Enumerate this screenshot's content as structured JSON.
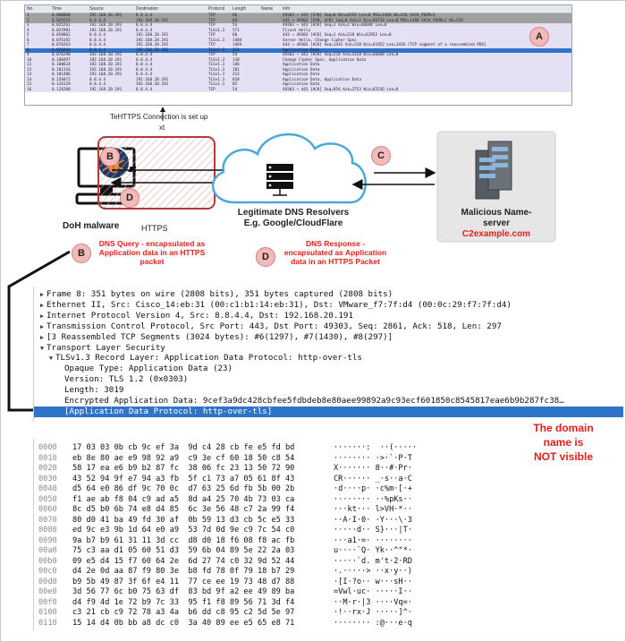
{
  "packet_list": {
    "headers": [
      "No.",
      "Time",
      "Source",
      "Destination",
      "Protocol",
      "Length",
      "Name",
      "Info"
    ],
    "rows": [
      {
        "no": "1 0.000000",
        "src": "192.168.20.191",
        "dst": "8.8.4.4",
        "proto": "TCP",
        "len": "66",
        "info": "49303 → 443 [SYN] Seq=0 Win=8192 Len=0 MSS=1460 WS=256 SACK_PERM=1",
        "style": "gray"
      },
      {
        "no": "2 0.025552",
        "src": "8.8.4.4",
        "dst": "192.168.20.191",
        "proto": "TCP",
        "len": "66",
        "info": "443 → 49303 [SYN, ACK] Seq=0 Ack=1 Win=60720 Len=0 MSS=1380 SACK_PERM=1 WS=256",
        "style": "gray"
      },
      {
        "no": "3 0.025262",
        "src": "192.168.20.191",
        "dst": "8.8.4.4",
        "proto": "TCP",
        "len": "54",
        "info": "49303 → 443 [ACK] Seq=1 Ack=1 Win=66048 Len=0",
        "style": "lav"
      },
      {
        "no": "4 0.025901",
        "src": "192.168.20.191",
        "dst": "8.8.4.4",
        "proto": "TLSv1.3",
        "len": "571",
        "info": "Client Hello",
        "style": "lav"
      },
      {
        "no": "5 0.050862",
        "src": "8.8.4.4",
        "dst": "192.168.20.191",
        "proto": "TCP",
        "len": "60",
        "info": "443 → 49303 [ACK] Seq=1 Ack=518 Win=61952 Len=0",
        "style": "lav"
      },
      {
        "no": "6 0.076192",
        "src": "8.8.4.4",
        "dst": "192.168.20.191",
        "proto": "TLSv1.3",
        "len": "1484",
        "info": "Server Hello, Change Cipher Spec",
        "style": "lav"
      },
      {
        "no": "7 0.076263",
        "src": "8.8.4.4",
        "dst": "192.168.20.191",
        "proto": "TCP",
        "len": "1484",
        "info": "443 → 49303 [ACK] Seq=1431 Ack=518 Win=61952 Len=1430 [TCP segment of a reassembled PDU]",
        "style": "lav"
      },
      {
        "no": "8 0.076264",
        "src": "8.8.4.4",
        "dst": "192.168.20.191",
        "proto": "TLSv1.3",
        "len": "351",
        "info": "Application Data",
        "style": "sel"
      },
      {
        "no": "9 0.076290",
        "src": "192.168.20.191",
        "dst": "8.8.4.4",
        "proto": "TCP",
        "len": "54",
        "info": "49303 → 443 [ACK] Seq=518 Ack=3158 Win=66048 Len=0",
        "style": "lav"
      },
      {
        "no": "10 0.100497",
        "src": "192.168.20.191",
        "dst": "8.8.4.4",
        "proto": "TLSv1.3",
        "len": "118",
        "info": "Change Cipher Spec, Application Data",
        "style": "lav"
      },
      {
        "no": "11 0.100634",
        "src": "192.168.20.191",
        "dst": "8.8.4.4",
        "proto": "TLSv1.3",
        "len": "146",
        "info": "Application Data",
        "style": "lav"
      },
      {
        "no": "12 0.101316",
        "src": "192.168.20.191",
        "dst": "8.8.4.4",
        "proto": "TLSv1.3",
        "len": "181",
        "info": "Application Data",
        "style": "lav"
      },
      {
        "no": "13 0.101486",
        "src": "192.168.20.191",
        "dst": "8.8.4.4",
        "proto": "TLSv1.3",
        "len": "213",
        "info": "Application Data",
        "style": "lav"
      },
      {
        "no": "14 0.126072",
        "src": "8.8.4.4",
        "dst": "192.168.20.191",
        "proto": "TLSv1.3",
        "len": "818",
        "info": "Application Data, Application Data",
        "style": "lav"
      },
      {
        "no": "15 0.126129",
        "src": "8.8.4.4",
        "dst": "192.168.20.191",
        "proto": "TLSv1.3",
        "len": "85",
        "info": "Application Data",
        "style": "lav"
      },
      {
        "no": "16 0.126200",
        "src": "192.168.20.191",
        "dst": "8.8.4.4",
        "proto": "TCP",
        "len": "54",
        "info": "49303 → 443 [ACK] Seq=954 Ack=3753 Win=65536 Len=0",
        "style": "lav"
      }
    ]
  },
  "badges": {
    "a": "A",
    "b": "B",
    "c": "C",
    "d": "D"
  },
  "diagram": {
    "connection_label_1": "TeHTTPS Connection is set up",
    "connection_label_2": "xt",
    "malware_label": "DoH malware",
    "https_label": "HTTPS",
    "resolver_title": "Legitimate DNS Resolvers",
    "resolver_subtitle": "E.g. Google/CloudFlare",
    "server_title_1": "Malicious Name-",
    "server_title_2": "server",
    "server_domain": "C2example.com",
    "dns_query_note": [
      "DNS Query - encapsulated as",
      "Application data in an HTTPS",
      "packet"
    ],
    "dns_response_note": [
      "DNS Response -",
      "encapsulated as Application",
      "data in an HTTPS Packet"
    ]
  },
  "detail_tree": [
    {
      "indent": 0,
      "arrow": "▶",
      "text": "Frame 8: 351 bytes on wire (2808 bits), 351 bytes captured (2808 bits)"
    },
    {
      "indent": 0,
      "arrow": "▶",
      "text": "Ethernet II, Src: Cisco_14:eb:31 (00:c1:b1:14:eb:31), Dst: VMware_f7:7f:d4 (00:0c:29:f7:7f:d4)"
    },
    {
      "indent": 0,
      "arrow": "▶",
      "text": "Internet Protocol Version 4, Src: 8.8.4.4, Dst: 192.168.20.191"
    },
    {
      "indent": 0,
      "arrow": "▶",
      "text": "Transmission Control Protocol, Src Port: 443, Dst Port: 49303, Seq: 2861, Ack: 518, Len: 297"
    },
    {
      "indent": 0,
      "arrow": "▶",
      "text": "[3 Reassembled TCP Segments (3024 bytes): #6(1297), #7(1430), #8(297)]"
    },
    {
      "indent": 0,
      "arrow": "▼",
      "text": "Transport Layer Security"
    },
    {
      "indent": 1,
      "arrow": "▼",
      "text": "TLSv1.3 Record Layer: Application Data Protocol: http-over-tls"
    },
    {
      "indent": 2,
      "arrow": "",
      "text": "Opaque Type: Application Data (23)"
    },
    {
      "indent": 2,
      "arrow": "",
      "text": "Version: TLS 1.2 (0x0303)"
    },
    {
      "indent": 2,
      "arrow": "",
      "text": "Length: 3019"
    },
    {
      "indent": 2,
      "arrow": "",
      "text": "Encrypted Application Data: 9cef3a9dc428cbfee5fdbdeb8e80aee99892a9c93ecf601850c8545817eae6b9b287fc38…"
    },
    {
      "indent": 2,
      "arrow": "",
      "text": "[Application Data Protocol: http-over-tls]",
      "selected": true
    }
  ],
  "domain_note": [
    "The domain",
    "name is",
    "NOT visible"
  ],
  "hex_dump": [
    {
      "off": "0000",
      "hex": "17 03 03 0b cb 9c ef 3a  9d c4 28 cb fe e5 fd bd",
      "ascii": "·······:  ··(·····"
    },
    {
      "off": "0010",
      "hex": "eb 8e 80 ae e9 98 92 a9  c9 3e cf 60 18 50 c8 54",
      "ascii": "········ ·>·`·P·T"
    },
    {
      "off": "0020",
      "hex": "58 17 ea e6 b9 b2 87 fc  38 06 fc 23 13 50 72 90",
      "ascii": "X······· 8··#·Pr·"
    },
    {
      "off": "0030",
      "hex": "43 52 94 9f e7 94 a3 fb  5f c1 73 a7 05 61 8f 43",
      "ascii": "CR······ _·s··a·C"
    },
    {
      "off": "0040",
      "hex": "d5 64 e0 86 df 9c 70 0c  d7 63 25 6d fb 5b 00 2b",
      "ascii": "·d····p· ·c%m·[·+"
    },
    {
      "off": "0050",
      "hex": "f1 ae ab f8 04 c9 ad a5  8d a4 25 70 4b 73 03 ca",
      "ascii": "········ ··%pKs··"
    },
    {
      "off": "0060",
      "hex": "8c d5 b0 6b 74 e8 d4 85  6c 3e 56 48 c7 2a 99 f4",
      "ascii": "···kt··· l>VH·*··"
    },
    {
      "off": "0070",
      "hex": "80 d0 41 ba 49 fd 30 af  0b 59 13 d3 cb 5c e5 33",
      "ascii": "··A·I·0· ·Y···\\·3"
    },
    {
      "off": "0080",
      "hex": "ed 9c e3 9b 1d 64 e0 a9  53 7d 0d 9e c9 7c 54 c0",
      "ascii": "·····d·· S}···|T·"
    },
    {
      "off": "0090",
      "hex": "9a b7 b9 61 31 11 3d cc  d8 d0 18 f6 08 f8 ac fb",
      "ascii": "···a1·=· ········"
    },
    {
      "off": "00a0",
      "hex": "75 c3 aa d1 05 60 51 d3  59 6b 04 89 5e 22 2a 03",
      "ascii": "u····`Q· Yk··^\"*·"
    },
    {
      "off": "00b0",
      "hex": "09 e5 d4 15 f7 60 64 2e  6d 27 74 c0 32 9d 52 44",
      "ascii": "·····`d. m't·2·RD"
    },
    {
      "off": "00c0",
      "hex": "d4 2e 0d aa 87 f9 80 3e  b8 fd 78 0f 79 18 b7 29",
      "ascii": "·.·····> ··x·y··)"
    },
    {
      "off": "00d0",
      "hex": "b9 5b 49 87 3f 6f e4 11  77 ce ee 19 73 48 d7 88",
      "ascii": "·[I·?o·· w···sH··"
    },
    {
      "off": "00e0",
      "hex": "3d 56 77 6c b0 75 63 df  83 bd 9f a2 ee 49 89 ba",
      "ascii": "=Vwl·uc· ·····I··"
    },
    {
      "off": "00f0",
      "hex": "d4 f9 4d 1e 72 b9 7c 33  95 f1 f8 89 56 71 3d f4",
      "ascii": "··M·r·|3 ····Vq=·"
    },
    {
      "off": "0100",
      "hex": "c3 21 cb c9 72 78 a3 4a  b6 dd c8 95 c2 5d 5e 97",
      "ascii": "·!··rx·J ·····]^·"
    },
    {
      "off": "0110",
      "hex": "15 14 d4 0b bb a8 dc c0  3a 40 89 ee e5 65 e8 71",
      "ascii": "········ :@···e·q"
    }
  ]
}
